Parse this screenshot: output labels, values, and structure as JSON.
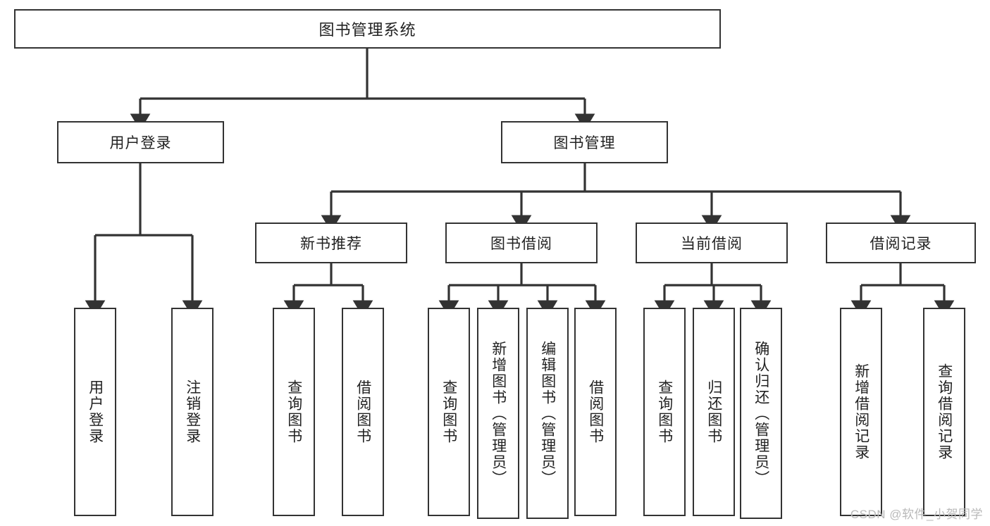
{
  "diagram": {
    "title": "图书管理系统",
    "type": "tree-hierarchy-diagram",
    "root": {
      "label": "图书管理系统"
    },
    "level2": [
      {
        "label": "用户登录"
      },
      {
        "label": "图书管理"
      }
    ],
    "level3": [
      {
        "label": "新书推荐"
      },
      {
        "label": "图书借阅"
      },
      {
        "label": "当前借阅"
      },
      {
        "label": "借阅记录"
      }
    ],
    "leaves": [
      {
        "label": "用户登录"
      },
      {
        "label": "注销登录"
      },
      {
        "label": "查询图书"
      },
      {
        "label": "借阅图书"
      },
      {
        "label": "查询图书"
      },
      {
        "label": "新增图书（管理员）"
      },
      {
        "label": "编辑图书（管理员）"
      },
      {
        "label": "借阅图书"
      },
      {
        "label": "查询图书"
      },
      {
        "label": "归还图书"
      },
      {
        "label": "确认归还（管理员）"
      },
      {
        "label": "新增借阅记录"
      },
      {
        "label": "查询借阅记录"
      }
    ],
    "watermark": "CSDN @软件_小贺同学",
    "colors": {
      "stroke": "#333333",
      "background": "#ffffff",
      "text": "#222222",
      "watermark": "#b9b9b9"
    }
  }
}
